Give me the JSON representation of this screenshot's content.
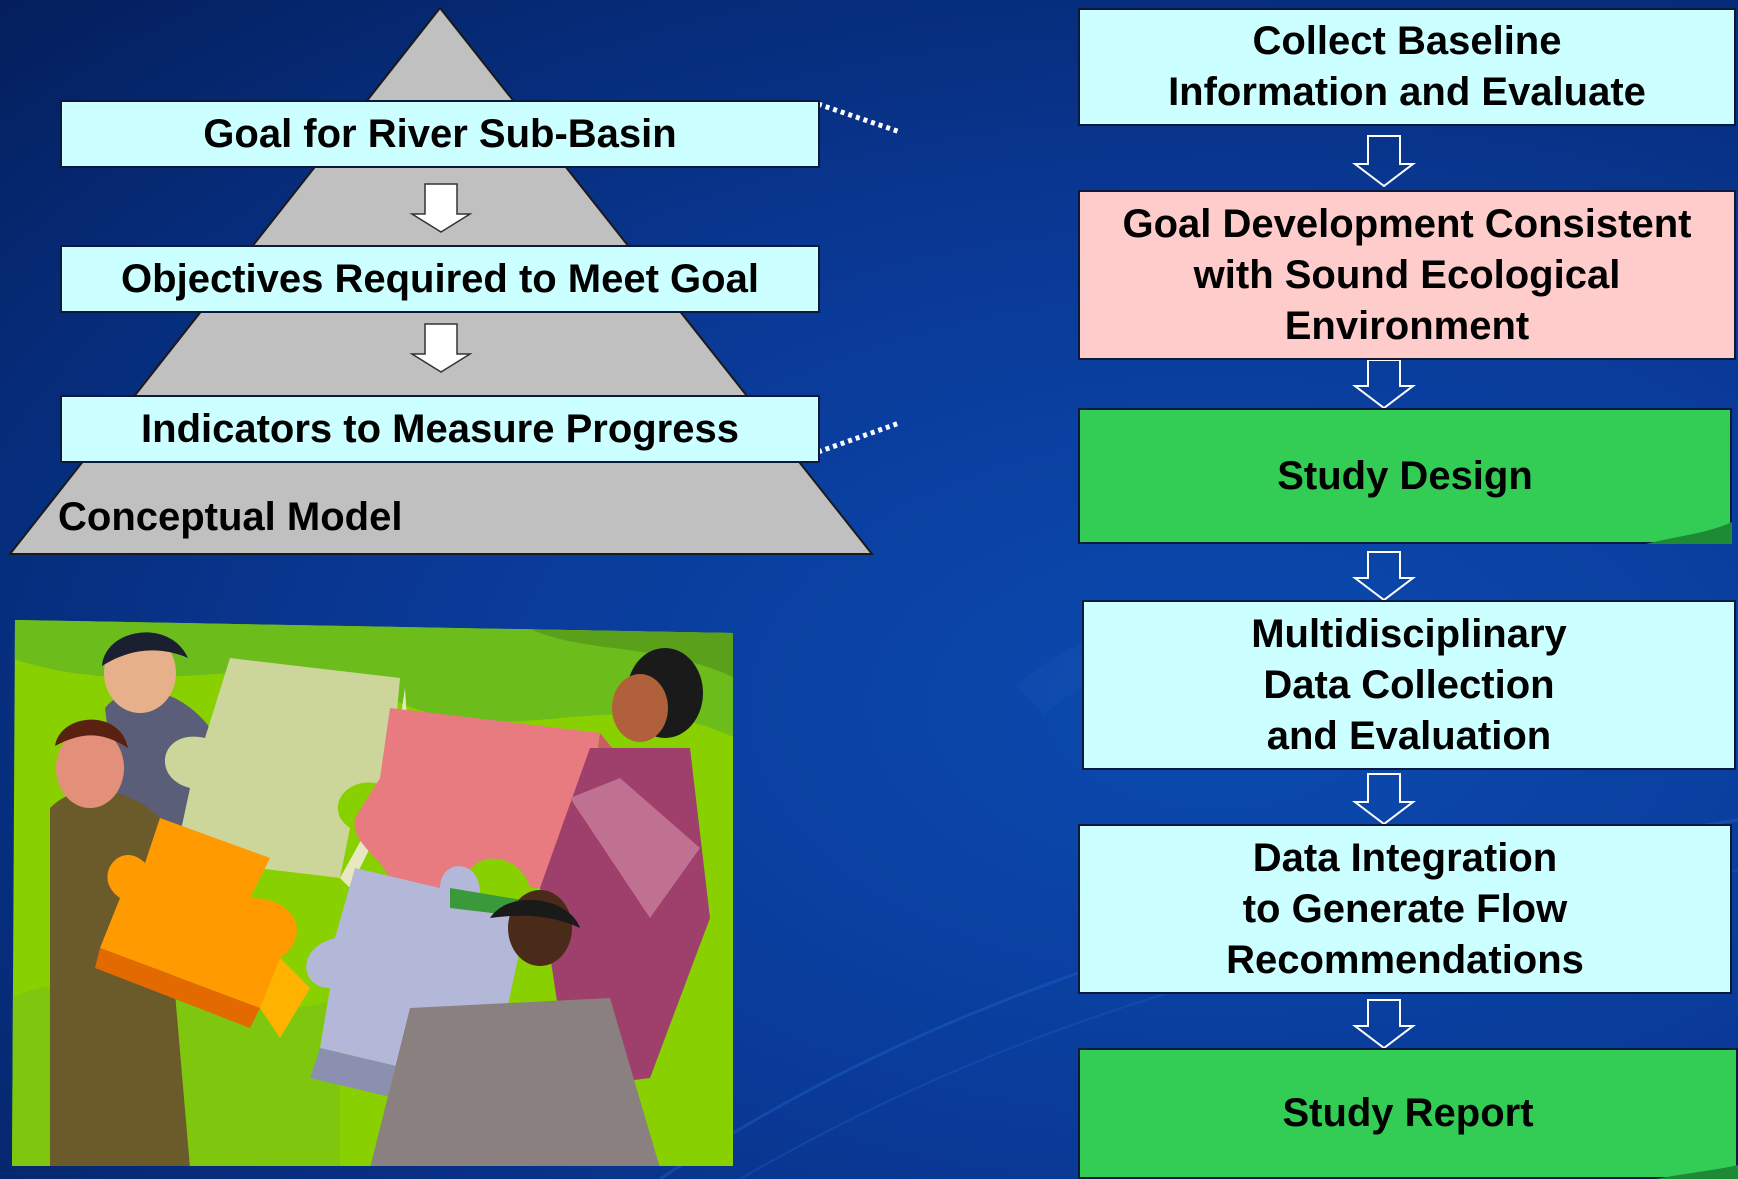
{
  "pyramid": {
    "goal": "Goal for River Sub-Basin",
    "objectives": "Objectives Required to Meet Goal",
    "indicators": "Indicators to Measure Progress",
    "model_label": "Conceptual Model"
  },
  "flow": {
    "step1": "Collect Baseline\nInformation and Evaluate",
    "step2": "Goal Development Consistent\nwith Sound Ecological\nEnvironment",
    "step3": "Study Design",
    "step4": "Multidisciplinary\nData Collection\nand Evaluation",
    "step5": "Data Integration\nto Generate Flow\nRecommendations",
    "step6": "Study Report"
  },
  "colors": {
    "background": "#0a3a98",
    "pyramid": "#c0c0c0",
    "cyan_box": "#ccffff",
    "pink_box": "#ffcccc",
    "green_box": "#33cc55"
  }
}
